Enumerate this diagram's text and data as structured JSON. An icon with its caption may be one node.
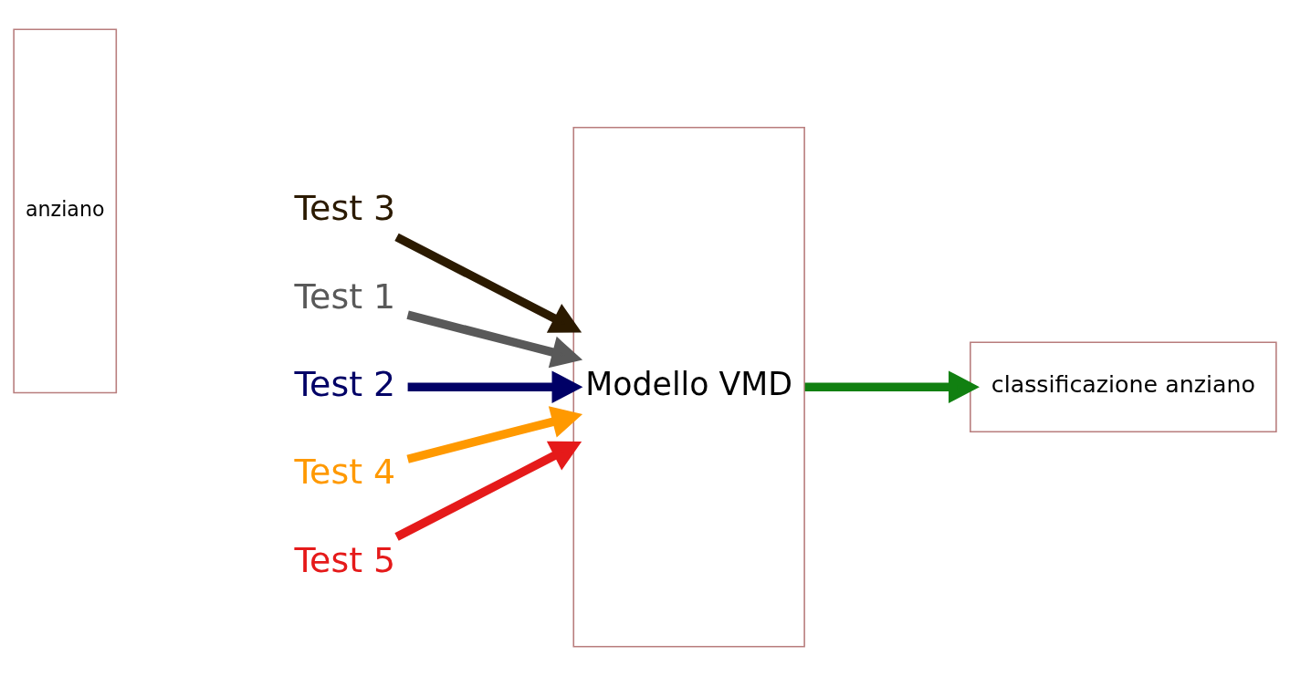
{
  "diagram": {
    "nodes": [
      {
        "text": [
          "anziano"
        ]
      },
      {
        "text": [
          "Test 1"
        ]
      },
      {
        "text": [
          "Test 2"
        ]
      },
      {
        "text": [
          "Test 3"
        ]
      },
      {
        "text": [
          "Test 4"
        ]
      },
      {
        "text": [
          "Test 5"
        ]
      },
      {
        "text": [
          "Modello VMD"
        ]
      },
      {
        "text": [
          "classificazione anziano"
        ]
      }
    ],
    "edges": [
      {
        "from": 1,
        "to": 6,
        "arrow": "to",
        "color": "#595959"
      },
      {
        "from": 2,
        "to": 6,
        "arrow": "to",
        "color": "#000066"
      },
      {
        "from": 3,
        "to": 6,
        "arrow": "to",
        "color": "#2b1a00"
      },
      {
        "from": 4,
        "to": 6,
        "arrow": "to",
        "color": "#ff9900"
      },
      {
        "from": 5,
        "to": 6,
        "arrow": "to",
        "color": "#e51a1a"
      },
      {
        "from": 6,
        "to": 7,
        "arrow": "to",
        "color": "#118011"
      }
    ]
  }
}
